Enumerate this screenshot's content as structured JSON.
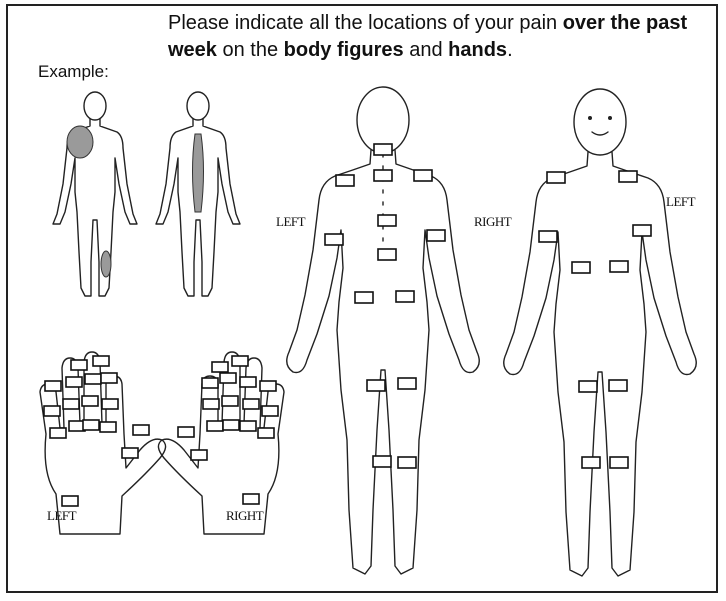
{
  "instruction": {
    "part1": "Please indicate all the locations of your pain ",
    "bold1": "over the past week",
    "part2": " on the ",
    "bold2": "body figures",
    "part3": " and ",
    "bold3": "hands",
    "part4": "."
  },
  "example_label": "Example:",
  "back_figure": {
    "left_label": "LEFT",
    "right_label": "RIGHT"
  },
  "front_figure": {
    "left_label": "LEFT"
  },
  "hands": {
    "left_label": "LEFT",
    "right_label": "RIGHT"
  }
}
